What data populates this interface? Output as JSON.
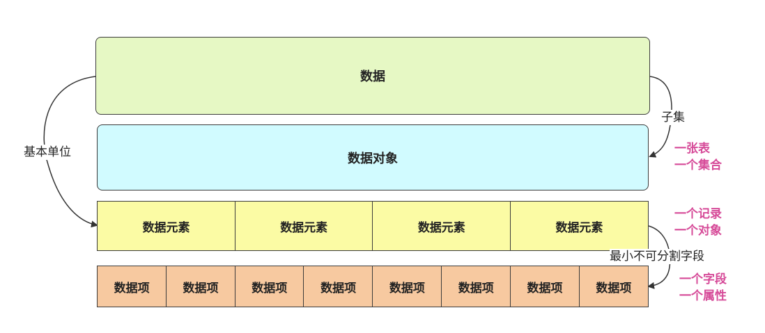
{
  "boxes": {
    "data": "数据",
    "data_object": "数据对象"
  },
  "elements": [
    "数据元素",
    "数据元素",
    "数据元素",
    "数据元素"
  ],
  "items": [
    "数据项",
    "数据项",
    "数据项",
    "数据项",
    "数据项",
    "数据项",
    "数据项",
    "数据项"
  ],
  "labels": {
    "basic_unit": "基本单位",
    "subset": "子集",
    "smallest_field": "最小不可分割字段"
  },
  "notes": {
    "object_line1": "一张表",
    "object_line2": "一个集合",
    "element_line1": "一个记录",
    "element_line2": "一个对象",
    "item_line1": "一个字段",
    "item_line2": "一个属性"
  },
  "colors": {
    "data_fill": "#e6f8c4",
    "object_fill": "#d1fbff",
    "element_fill": "#fbfba4",
    "item_fill": "#f7c9a0",
    "note_color": "#d64a98"
  }
}
